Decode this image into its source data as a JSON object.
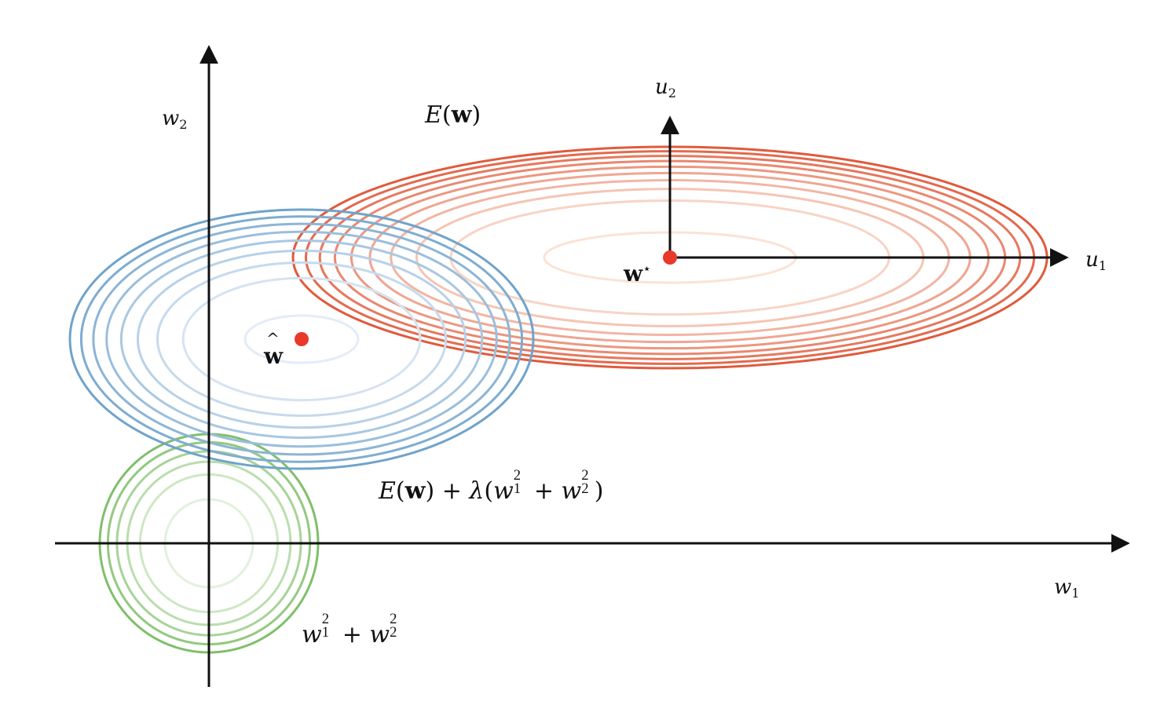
{
  "labels": {
    "w2_axis": "w₂",
    "w1_axis": "w₁",
    "u2_axis": "u₂",
    "u1_axis": "u₁",
    "E_w": "E(w)",
    "reg_obj": "E(w) + λ(w₁² + w₂²)",
    "penalty": "w₁² + w₂²",
    "w_star": "w⋆",
    "w_hat": "ŵ"
  },
  "colors": {
    "axis": "#111111",
    "red_outer": "#e05a3c",
    "red_inner": "#fbe3d6",
    "blue_outer": "#6fa3cb",
    "blue_inner": "#e3ecf7",
    "green_outer": "#7fbf6a",
    "green_inner": "#e2f1dc",
    "point": "#e8392a"
  },
  "contours": {
    "red_rings": 10,
    "blue_rings": 9,
    "green_rings": 6
  }
}
